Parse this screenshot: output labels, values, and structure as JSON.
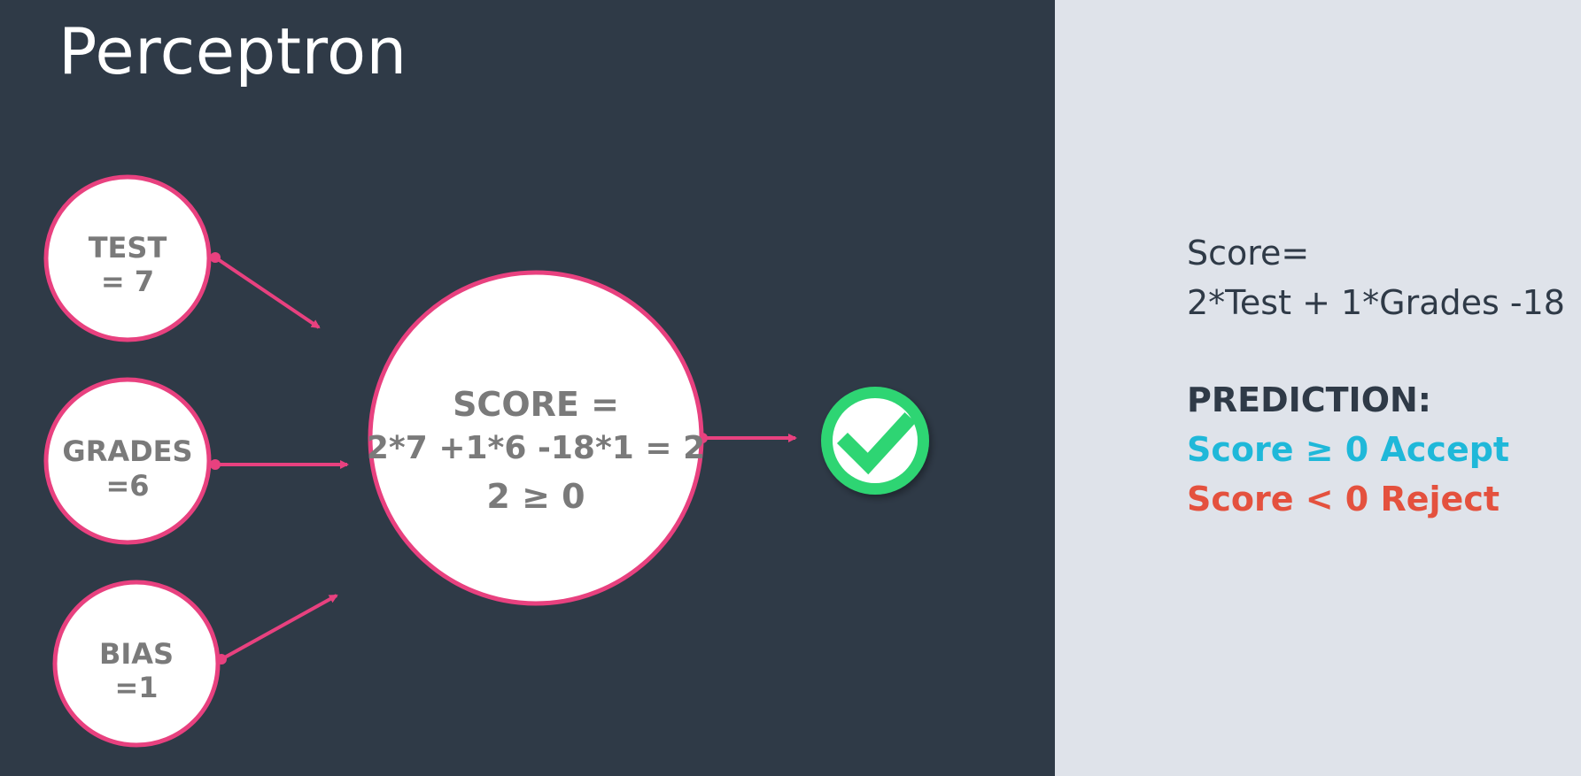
{
  "title": "Perceptron",
  "inputs": [
    {
      "line1": "TEST",
      "line2": "= 7"
    },
    {
      "line1": "GRADES",
      "line2": "=6"
    },
    {
      "line1": "BIAS",
      "line2": "=1"
    }
  ],
  "score_node": {
    "line1": "SCORE =",
    "line2": "2*7 +1*6 -18*1 = 2",
    "line3": "2 ≥ 0"
  },
  "output_icon": "check-circle-icon",
  "formula": {
    "line1": "Score=",
    "line2": "2*Test + 1*Grades -18"
  },
  "prediction": {
    "heading": "PREDICTION:",
    "accept": "Score ≥ 0 Accept",
    "reject": "Score < 0 Reject"
  },
  "colors": {
    "background_dark": "#2f3a47",
    "background_light": "#dfe3ea",
    "edge": "#e8417f",
    "check": "#2ed573",
    "accept": "#1fb8d9",
    "reject": "#e4513e"
  }
}
